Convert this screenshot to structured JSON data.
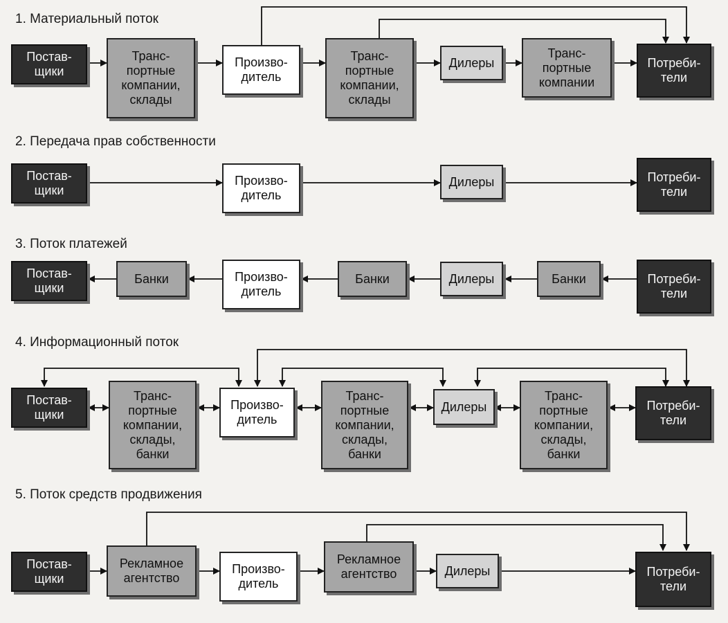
{
  "rows": {
    "material": {
      "title": "1. Материальный поток",
      "suppliers": "Постав-\nщики",
      "transport_1": "Транс-\nпортные\nкомпании,\nсклады",
      "producer": "Произво-\nдитель",
      "transport_2": "Транс-\nпортные\nкомпании,\nсклады",
      "dealers": "Дилеры",
      "transport_3": "Транс-\nпортные\nкомпании",
      "consumers": "Потреби-\nтели"
    },
    "ownership": {
      "title": "2. Передача прав собственности",
      "suppliers": "Постав-\nщики",
      "producer": "Произво-\nдитель",
      "dealers": "Дилеры",
      "consumers": "Потреби-\nтели"
    },
    "payments": {
      "title": "3. Поток платежей",
      "suppliers": "Постав-\nщики",
      "banks_1": "Банки",
      "producer": "Произво-\nдитель",
      "banks_2": "Банки",
      "dealers": "Дилеры",
      "banks_3": "Банки",
      "consumers": "Потреби-\nтели"
    },
    "information": {
      "title": "4. Информационный поток",
      "suppliers": "Постав-\nщики",
      "transport_1": "Транс-\nпортные\nкомпании,\nсклады,\nбанки",
      "producer": "Произво-\nдитель",
      "transport_2": "Транс-\nпортные\nкомпании,\nсклады,\nбанки",
      "dealers": "Дилеры",
      "transport_3": "Транс-\nпортные\nкомпании,\nсклады,\nбанки",
      "consumers": "Потреби-\nтели"
    },
    "promotion": {
      "title": "5. Поток средств продвижения",
      "suppliers": "Постав-\nщики",
      "agency_1": "Рекламное\nагентство",
      "producer": "Произво-\nдитель",
      "agency_2": "Рекламное\nагентство",
      "dealers": "Дилеры",
      "consumers": "Потреби-\nтели"
    }
  },
  "colors": {
    "dark_box": "#2e2e2e",
    "mid_box": "#a6a6a6",
    "light_box": "#d4d4d4",
    "white_box": "#ffffff",
    "line": "#111111"
  }
}
